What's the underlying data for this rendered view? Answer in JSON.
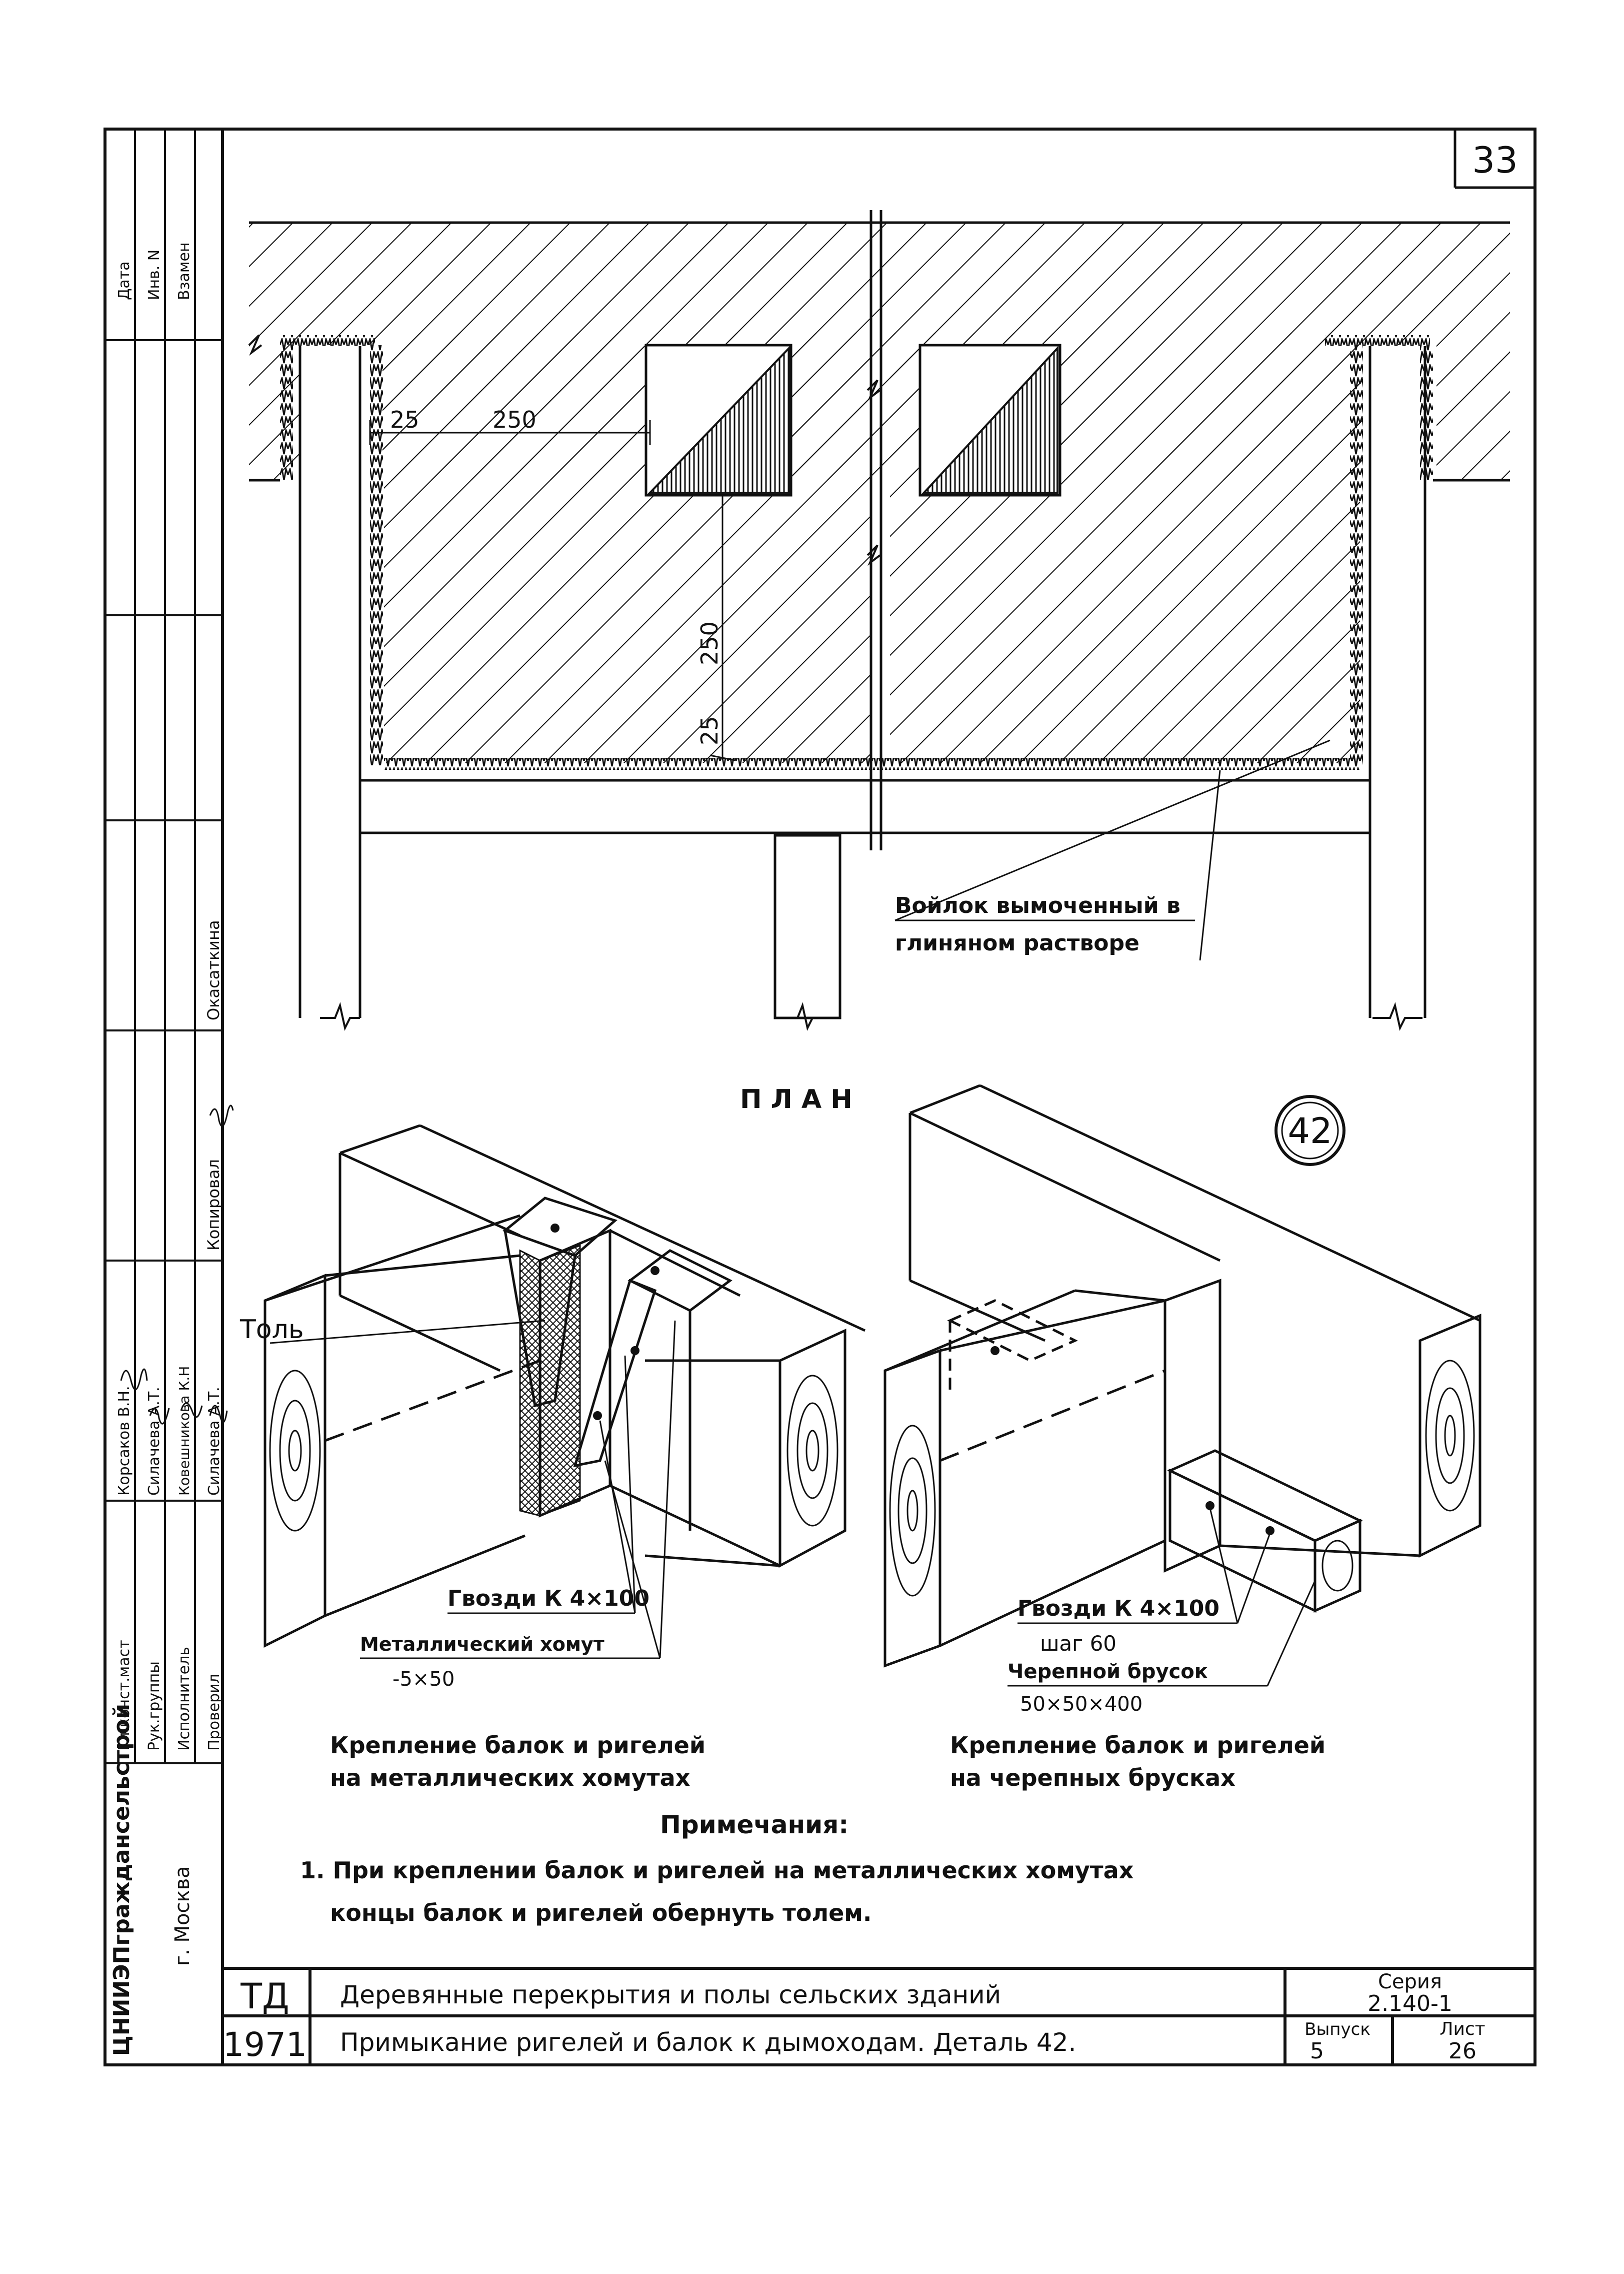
{
  "sheet": {
    "number": "33",
    "detail_number": "42",
    "ink_color": "#111111",
    "paper_color": "#ffffff"
  },
  "plan": {
    "title": "П Л А Н",
    "dims": {
      "left_gap": "25",
      "flue_offset": "250",
      "flue_depth": "250",
      "bottom_gap": "25"
    },
    "felt_label": [
      "Войлок вымоченный в",
      "глиняном растворе"
    ]
  },
  "detail_left": {
    "tol_label": "Толь",
    "nails_label": "Гвозди К 4×100",
    "clamp_label": "Металлический хомут",
    "clamp_size": "-5×50",
    "caption": [
      "Крепление балок и ригелей",
      "на металлических хомутах"
    ]
  },
  "detail_right": {
    "nails_label": "Гвозди К 4×100",
    "step_label": "шаг 60",
    "bar_label": "Черепной брусок",
    "bar_size": "50×50×400",
    "caption": [
      "Крепление балок и ригелей",
      "на черепных брусках"
    ]
  },
  "notes": {
    "title": "Примечания:",
    "lines": [
      "1. При креплении балок и ригелей на металлических хомутах",
      "концы балок и ригелей обернуть толем."
    ]
  },
  "side_stamp": {
    "top_headers": [
      "Дата",
      "Инв. N",
      "Взамен"
    ],
    "roles": [
      "Гл.конст.маст",
      "Рук.группы",
      "Исполнитель",
      "Проверил"
    ],
    "names": [
      "Корсаков В.Н.",
      "Силачева А.Т.",
      "Ковешникова К.Н",
      "Силачева А.Т."
    ],
    "copy_label": "Копировал",
    "copy_name": "Окасаткина",
    "org": "ЦНИИЭПграждансельстрой",
    "city": "г. Москва"
  },
  "title_block": {
    "code": "ТД",
    "year": "1971",
    "title": "Деревянные перекрытия и полы сельских зданий",
    "subtitle": "Примыкание ригелей и балок к дымоходам. Деталь 42.",
    "series_label": "Серия",
    "series_value": "2.140-1",
    "issue_label": "Выпуск",
    "issue_value": "5",
    "sheet_label": "Лист",
    "sheet_value": "26"
  }
}
